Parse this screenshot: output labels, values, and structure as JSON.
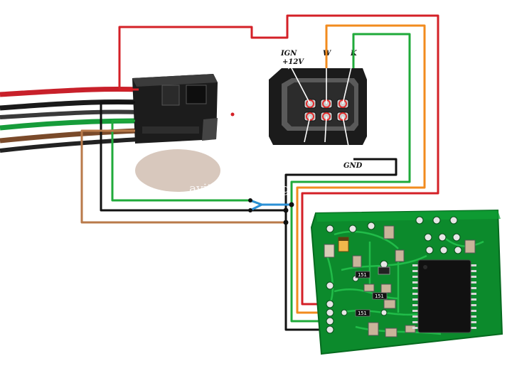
{
  "labels": {
    "ign": "IGN",
    "ign_voltage": "+12V",
    "w": "W",
    "k": "K",
    "gnd": "GND"
  },
  "watermark": "avito.ru/obdmag",
  "brand": "Avito",
  "chip_codes": [
    "151",
    "151",
    "151"
  ],
  "wire_colors": {
    "red": "#d42027",
    "orange": "#f28b1e",
    "green": "#1faa3a",
    "black": "#111111",
    "blue": "#2a8fd6",
    "brown": "#b97a4a"
  },
  "pcb_color": "#0c8a2c"
}
